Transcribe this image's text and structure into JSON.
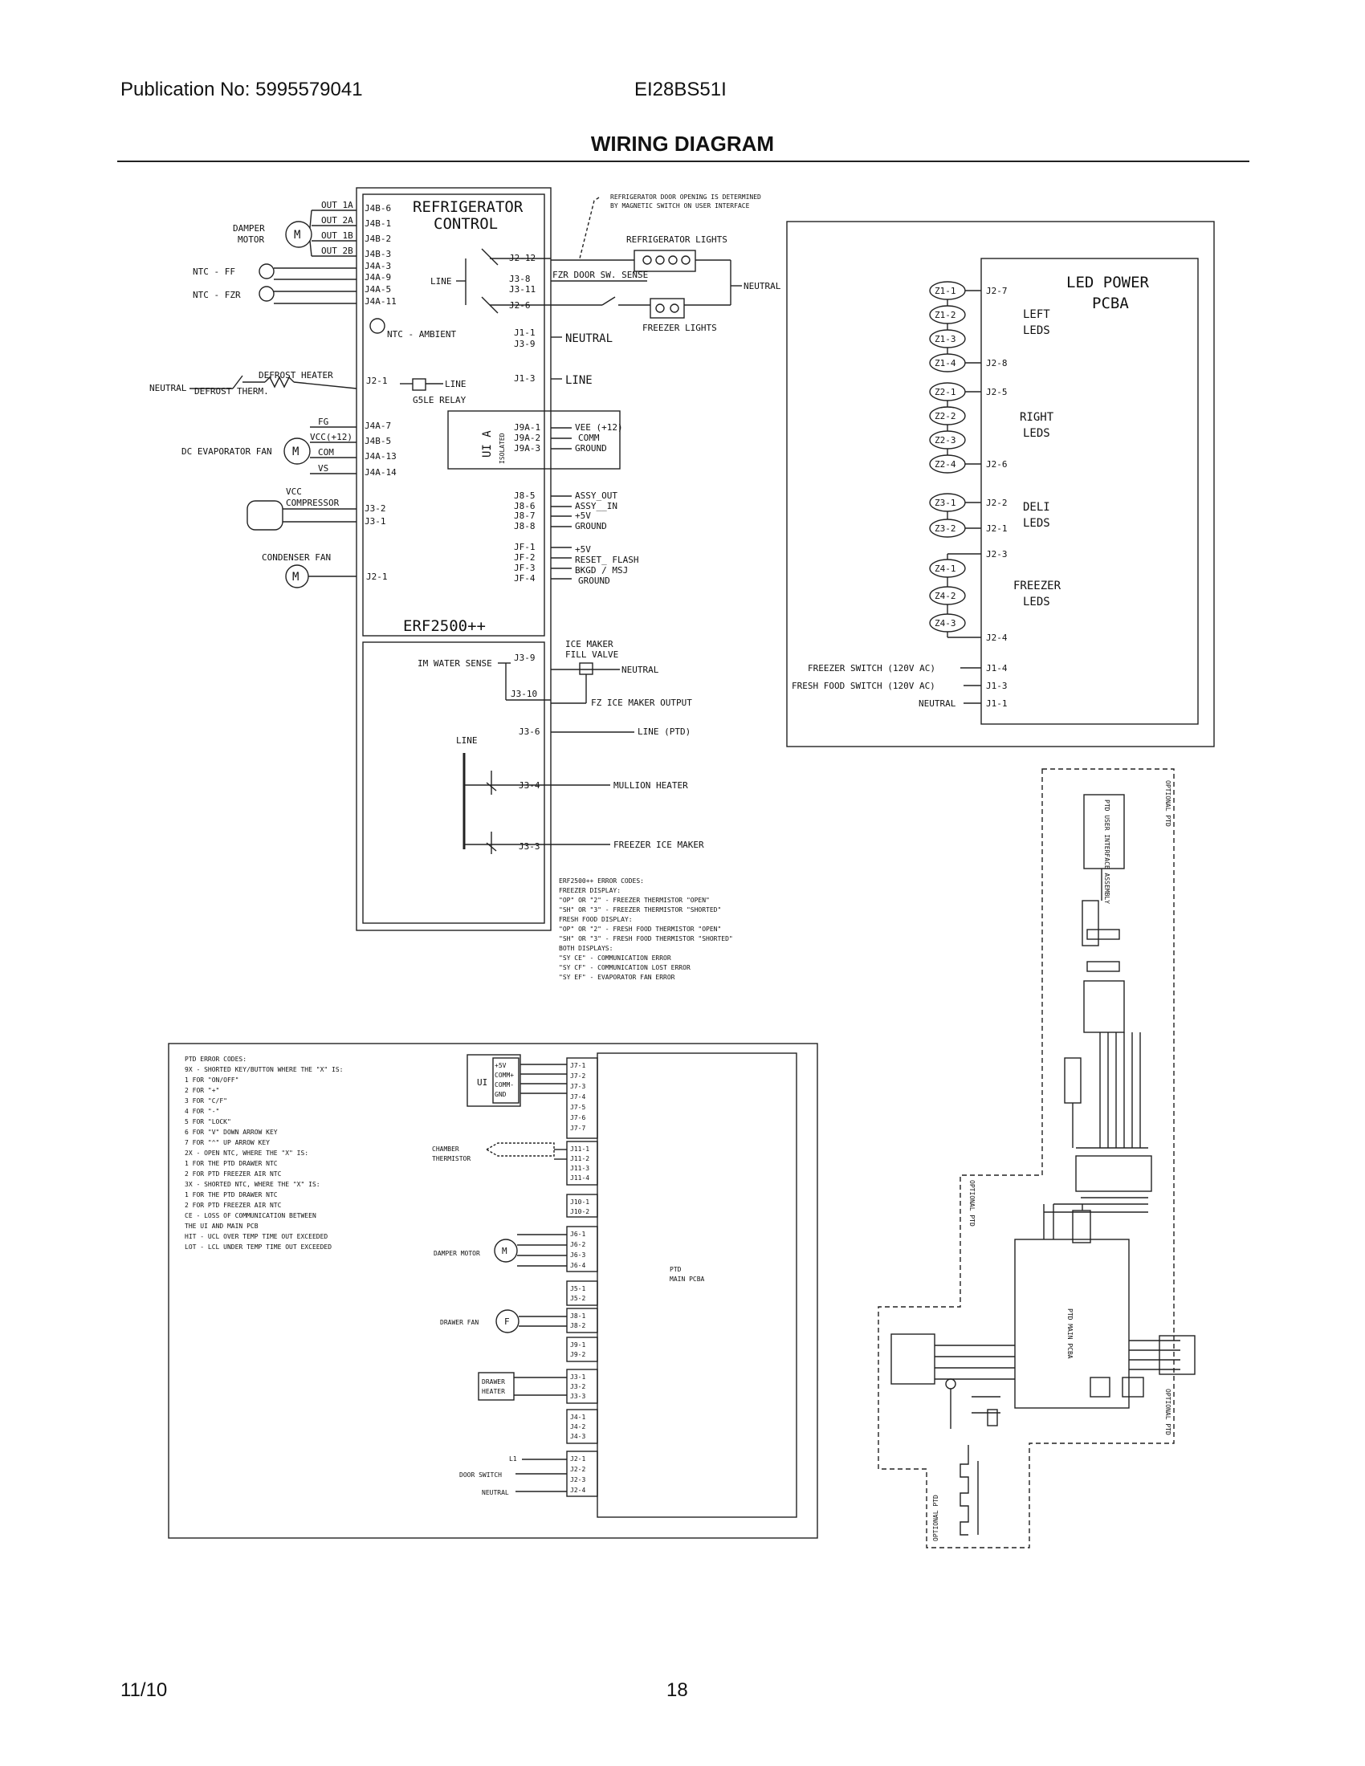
{
  "header": {
    "publication": "Publication No: 5995579041",
    "model": "EI28BS51I",
    "title": "WIRING DIAGRAM"
  },
  "footer": {
    "date": "11/10",
    "page": "18"
  },
  "main_control": {
    "title_line1": "REFRIGERATOR",
    "title_line2": "CONTROL",
    "model_label": "ERF2500++",
    "left_pins": [
      "J4B-6",
      "J4B-1",
      "J4B-2",
      "J4B-3",
      "J4A-3",
      "J4A-9",
      "J4A-5",
      "J4A-11"
    ],
    "damper_outputs": [
      "OUT 1A",
      "OUT 2A",
      "OUT 1B",
      "OUT 2B"
    ],
    "damper_label_1": "DAMPER",
    "damper_label_2": "MOTOR",
    "ntc_ff": "NTC - FF",
    "ntc_fzr": "NTC - FZR",
    "ntc_ambient": "NTC - AMBIENT",
    "line_inner": "LINE",
    "neutral_left": "NEUTRAL",
    "defrost_heater": "DEFROST HEATER",
    "defrost_therm": "DEFROST THERM.",
    "j2_1": "J2-1",
    "line_relay": "LINE",
    "relay": "G5LE RELAY",
    "fan_pins": [
      "J4A-7",
      "J4B-5",
      "J4A-13",
      "J4A-14"
    ],
    "fan_wires": [
      "FG",
      "VCC(+12)",
      "COM",
      "VS"
    ],
    "evap_fan": "DC EVAPORATOR FAN",
    "vcc": "VCC",
    "compressor": "COMPRESSOR",
    "comp_pins": [
      "J3-2",
      "J3-1"
    ],
    "condenser_fan": "CONDENSER FAN",
    "cond_pin": "J2-1",
    "right_pins_top": [
      "J2-12",
      "J3-8",
      "J3-11",
      "J2-6"
    ],
    "j1_pins": [
      "J1-1",
      "J3-9",
      "J1-3"
    ],
    "neutral_big": "NEUTRAL",
    "line_big": "LINE",
    "ui_label": "UI A",
    "ui_isolated": "ISOLATED",
    "j9_pins": [
      "J9A-1",
      "J9A-2",
      "J9A-3"
    ],
    "j9_labels": [
      "VEE (+12)",
      "COMM",
      "GROUND"
    ],
    "j8_pins": [
      "J8-5",
      "J8-6",
      "J8-7",
      "J8-8"
    ],
    "j8_labels": [
      "ASSY_OUT",
      "ASSY__IN",
      "+5V",
      "GROUND"
    ],
    "jf_pins": [
      "JF-1",
      "JF-2",
      "JF-3",
      "JF-4"
    ],
    "jf_labels": [
      "+5V",
      "RESET_ FLASH",
      "BKGD / MSJ",
      "GROUND"
    ],
    "door_note_1": "REFRIGERATOR DOOR OPENING IS DETERMINED",
    "door_note_2": "BY MAGNETIC SWITCH ON USER INTERFACE",
    "fridge_lights": "REFRIGERATOR LIGHTS",
    "fzr_door": "FZR DOOR SW. SENSE",
    "freezer_lights": "FREEZER LIGHTS",
    "neutral_lights": "NEUTRAL"
  },
  "ice_maker": {
    "im_sense": "IM WATER SENSE",
    "pins": [
      "J3-9",
      "J3-10",
      "J3-6",
      "J3-4",
      "J3-3"
    ],
    "valve_1": "ICE MAKER",
    "valve_2": "FILL VALVE",
    "neutral": "NEUTRAL",
    "fz_output": "FZ ICE MAKER OUTPUT",
    "line_ptd": "LINE (PTD)",
    "line": "LINE",
    "mullion": "MULLION HEATER",
    "freezer_ice": "FREEZER ICE MAKER"
  },
  "error_codes": [
    "ERF2500++ ERROR CODES:",
    "FREEZER DISPLAY:",
    "  \"OP\" OR \"2\" - FREEZER THERMISTOR \"OPEN\"",
    "  \"SH\" OR \"3\" - FREEZER THERMISTOR \"SHORTED\"",
    "FRESH FOOD DISPLAY:",
    "  \"OP\" OR \"2\" - FRESH FOOD THERMISTOR \"OPEN\"",
    "  \"SH\" OR \"3\" - FRESH FOOD THERMISTOR \"SHORTED\"",
    "BOTH DISPLAYS:",
    "\"SY CE\" - COMMUNICATION ERROR",
    "\"SY CF\" - COMMUNICATION LOST ERROR",
    "\"SY EF\" - EVAPORATOR FAN ERROR"
  ],
  "led_pcba": {
    "title_1": "LED POWER",
    "title_2": "PCBA",
    "zones": [
      "Z1-1",
      "Z1-2",
      "Z1-3",
      "Z1-4",
      "Z2-1",
      "Z2-2",
      "Z2-3",
      "Z2-4",
      "Z3-1",
      "Z3-2",
      "Z4-1",
      "Z4-2",
      "Z4-3"
    ],
    "pins": [
      "J2-7",
      "J2-8",
      "J2-5",
      "J2-6",
      "J2-2",
      "J2-1",
      "J2-3",
      "J2-4"
    ],
    "left_leds_1": "LEFT",
    "left_leds_2": "LEDS",
    "right_leds_1": "RIGHT",
    "right_leds_2": "LEDS",
    "deli_leds_1": "DELI",
    "deli_leds_2": "LEDS",
    "freezer_leds_1": "FREEZER",
    "freezer_leds_2": "LEDS",
    "freezer_switch": "FREEZER SWITCH (120V AC)",
    "fresh_switch": "FRESH FOOD SWITCH (120V AC)",
    "neutral": "NEUTRAL",
    "j1_pins": [
      "J1-4",
      "J1-3",
      "J1-1"
    ]
  },
  "ptd": {
    "codes": [
      "PTD ERROR CODES:",
      "9X - SHORTED KEY/BUTTON WHERE THE \"X\" IS:",
      "  1 FOR \"ON/OFF\"",
      "  2 FOR \"+\"",
      "  3 FOR \"C/F\"",
      "  4 FOR \"-\"",
      "  5 FOR \"LOCK\"",
      "  6 FOR \"V\" DOWN ARROW KEY",
      "  7 FOR \"^\" UP ARROW KEY",
      "2X - OPEN NTC, WHERE THE \"X\" IS:",
      "  1 FOR THE PTD DRAWER NTC",
      "  2 FOR PTD FREEZER AIR NTC",
      "3X - SHORTED NTC, WHERE THE \"X\" IS:",
      "  1 FOR THE PTD DRAWER NTC",
      "  2 FOR PTD FREEZER AIR NTC",
      "CE - LOSS OF COMMUNICATION BETWEEN",
      "     THE UI AND MAIN PCB",
      "HIT - UCL OVER TEMP TIME OUT EXCEEDED",
      "LOT - LCL UNDER TEMP TIME OUT EXCEEDED"
    ],
    "ui": "UI",
    "ui_sigs": [
      "+5V",
      "COMM+",
      "COMM-",
      "GND"
    ],
    "j7": [
      "J7-1",
      "J7-2",
      "J7-3",
      "J7-4",
      "J7-5",
      "J7-6",
      "J7-7"
    ],
    "chamber_1": "CHAMBER",
    "chamber_2": "THERMISTOR",
    "j11": [
      "J11-1",
      "J11-2",
      "J11-3",
      "J11-4"
    ],
    "j10": [
      "J10-1",
      "J10-2"
    ],
    "damper": "DAMPER MOTOR",
    "j6": [
      "J6-1",
      "J6-2",
      "J6-3",
      "J6-4"
    ],
    "j5": [
      "J5-1",
      "J5-2"
    ],
    "drawer_fan": "DRAWER FAN",
    "j8": [
      "J8-1",
      "J8-2"
    ],
    "j9": [
      "J9-1",
      "J9-2"
    ],
    "drawer_heater_1": "DRAWER",
    "drawer_heater_2": "HEATER",
    "j3": [
      "J3-1",
      "J3-2",
      "J3-3"
    ],
    "j4": [
      "J4-1",
      "J4-2",
      "J4-3"
    ],
    "l1": "L1",
    "door_switch": "DOOR SWITCH",
    "neutral": "NEUTRAL",
    "j2": [
      "J2-1",
      "J2-2",
      "J2-3",
      "J2-4"
    ],
    "main_1": "PTD",
    "main_2": "MAIN PCBA"
  },
  "optional": {
    "label": "OPTIONAL PTD",
    "pcba": "PTD MAIN PCBA",
    "ui_assembly": "PTD USER INTERFACE ASSEMBLY"
  }
}
